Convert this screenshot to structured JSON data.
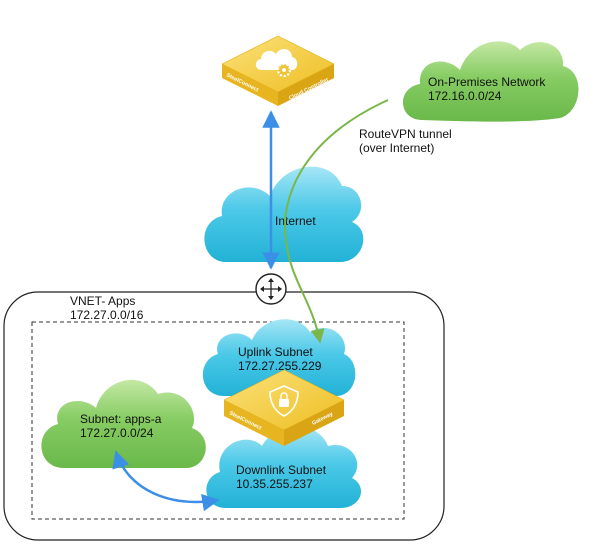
{
  "controller": {
    "brand": "SteelConnect",
    "label": "Cloud Controller"
  },
  "onprem": {
    "name": "On-Premises Network",
    "cidr": "172.16.0.0/24"
  },
  "tunnel": {
    "line1": "RouteVPN tunnel",
    "line2": "(over Internet)"
  },
  "internet": {
    "name": "Internet"
  },
  "vnet": {
    "name": "VNET- Apps",
    "cidr": "172.27.0.0/16"
  },
  "uplink": {
    "name": "Uplink Subnet",
    "cidr": "172.27.255.229"
  },
  "downlink": {
    "name": "Downlink Subnet",
    "cidr": "10.35.255.237"
  },
  "subnet_a": {
    "name": "Subnet: apps-a",
    "cidr": "172.27.0.0/24"
  },
  "gateway": {
    "brand": "SteelConnect",
    "label": "Gateway"
  },
  "icons": {
    "router": "router-icon",
    "cloud": "cloud-icon",
    "gear": "gear-icon",
    "shield": "shield-lock-icon"
  },
  "colors": {
    "cloud_blue": "#47c8e6",
    "cloud_green": "#7cc65a",
    "appliance_yellow": "#f1c232",
    "link_blue": "#3b8fe6",
    "tunnel_green": "#7ab648"
  }
}
